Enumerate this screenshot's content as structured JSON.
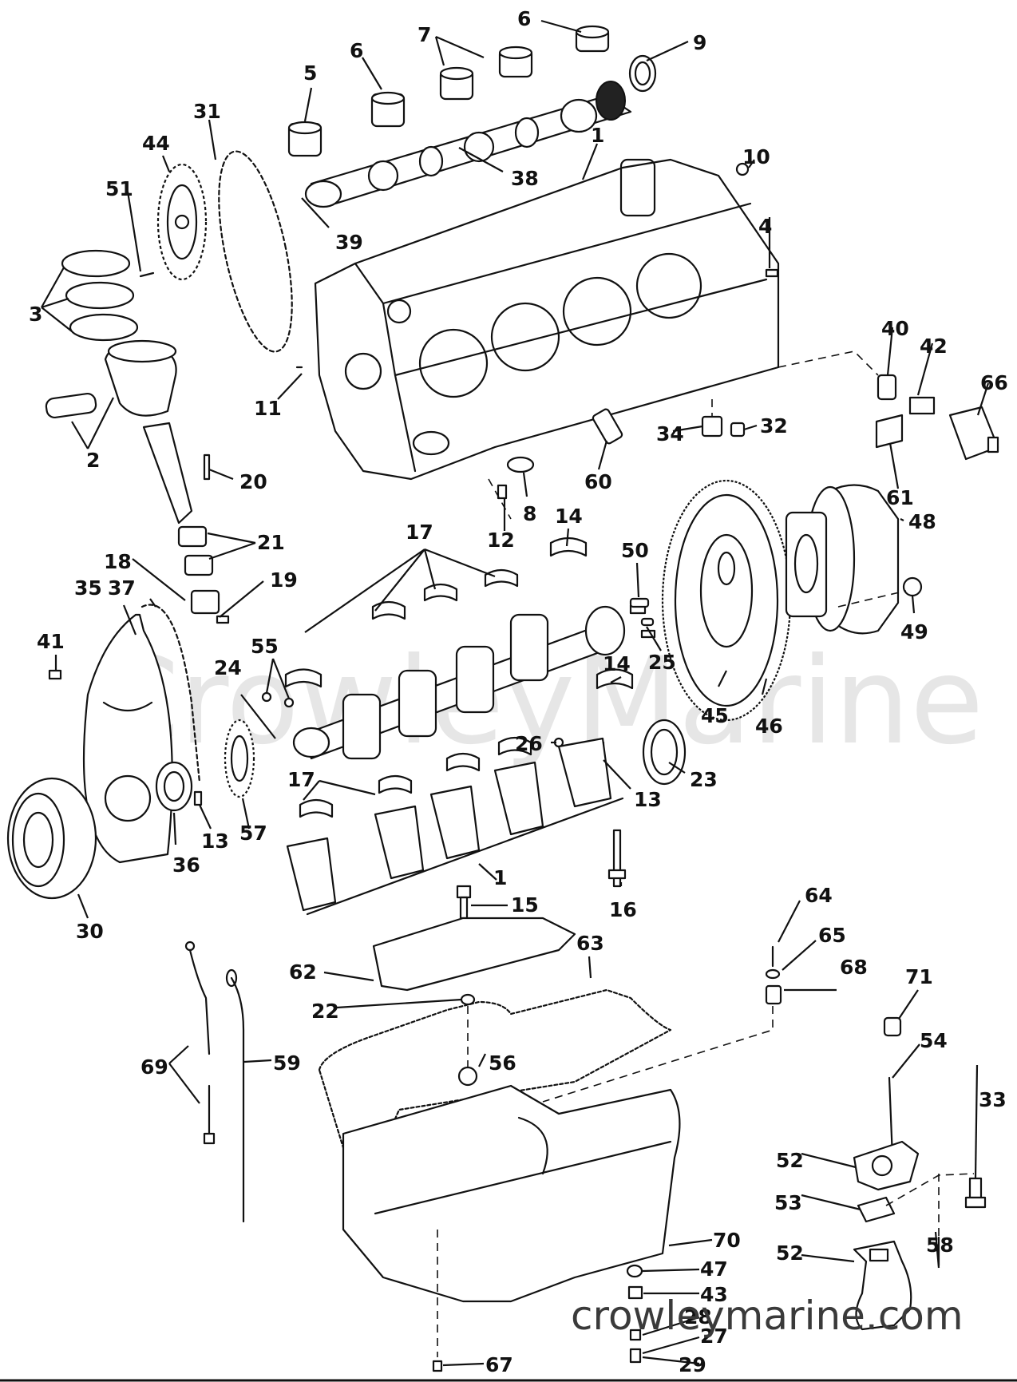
{
  "watermark": "CrowleyMarine",
  "site_url": "crowleymarine.com",
  "callouts": [
    {
      "id": "c-6a",
      "label": "6"
    },
    {
      "id": "c-7",
      "label": "7"
    },
    {
      "id": "c-9",
      "label": "9"
    },
    {
      "id": "c-5",
      "label": "5"
    },
    {
      "id": "c-6b",
      "label": "6"
    },
    {
      "id": "c-31",
      "label": "31"
    },
    {
      "id": "c-44",
      "label": "44"
    },
    {
      "id": "c-1a",
      "label": "1"
    },
    {
      "id": "c-10",
      "label": "10"
    },
    {
      "id": "c-51",
      "label": "51"
    },
    {
      "id": "c-38",
      "label": "38"
    },
    {
      "id": "c-39",
      "label": "39"
    },
    {
      "id": "c-4",
      "label": "4"
    },
    {
      "id": "c-3",
      "label": "3"
    },
    {
      "id": "c-40",
      "label": "40"
    },
    {
      "id": "c-42",
      "label": "42"
    },
    {
      "id": "c-66",
      "label": "66"
    },
    {
      "id": "c-11",
      "label": "11"
    },
    {
      "id": "c-34",
      "label": "34"
    },
    {
      "id": "c-32",
      "label": "32"
    },
    {
      "id": "c-2",
      "label": "2"
    },
    {
      "id": "c-20",
      "label": "20"
    },
    {
      "id": "c-60",
      "label": "60"
    },
    {
      "id": "c-61",
      "label": "61"
    },
    {
      "id": "c-8",
      "label": "8"
    },
    {
      "id": "c-12",
      "label": "12"
    },
    {
      "id": "c-14a",
      "label": "14"
    },
    {
      "id": "c-48",
      "label": "48"
    },
    {
      "id": "c-17a",
      "label": "17"
    },
    {
      "id": "c-21",
      "label": "21"
    },
    {
      "id": "c-50",
      "label": "50"
    },
    {
      "id": "c-18",
      "label": "18"
    },
    {
      "id": "c-19",
      "label": "19"
    },
    {
      "id": "c-37",
      "label": "37"
    },
    {
      "id": "c-35",
      "label": "35"
    },
    {
      "id": "c-49",
      "label": "49"
    },
    {
      "id": "c-41",
      "label": "41"
    },
    {
      "id": "c-55",
      "label": "55"
    },
    {
      "id": "c-25",
      "label": "25"
    },
    {
      "id": "c-24",
      "label": "24"
    },
    {
      "id": "c-14b",
      "label": "14"
    },
    {
      "id": "c-26",
      "label": "26"
    },
    {
      "id": "c-45",
      "label": "45"
    },
    {
      "id": "c-46",
      "label": "46"
    },
    {
      "id": "c-23",
      "label": "23"
    },
    {
      "id": "c-17b",
      "label": "17"
    },
    {
      "id": "c-13a",
      "label": "13"
    },
    {
      "id": "c-13b",
      "label": "13"
    },
    {
      "id": "c-57",
      "label": "57"
    },
    {
      "id": "c-36",
      "label": "36"
    },
    {
      "id": "c-1b",
      "label": "1"
    },
    {
      "id": "c-15",
      "label": "15"
    },
    {
      "id": "c-16",
      "label": "16"
    },
    {
      "id": "c-30",
      "label": "30"
    },
    {
      "id": "c-64",
      "label": "64"
    },
    {
      "id": "c-65",
      "label": "65"
    },
    {
      "id": "c-63",
      "label": "63"
    },
    {
      "id": "c-62",
      "label": "62"
    },
    {
      "id": "c-68",
      "label": "68"
    },
    {
      "id": "c-22",
      "label": "22"
    },
    {
      "id": "c-71",
      "label": "71"
    },
    {
      "id": "c-54",
      "label": "54"
    },
    {
      "id": "c-69",
      "label": "69"
    },
    {
      "id": "c-59",
      "label": "59"
    },
    {
      "id": "c-56",
      "label": "56"
    },
    {
      "id": "c-33",
      "label": "33"
    },
    {
      "id": "c-52a",
      "label": "52"
    },
    {
      "id": "c-53",
      "label": "53"
    },
    {
      "id": "c-58",
      "label": "58"
    },
    {
      "id": "c-70",
      "label": "70"
    },
    {
      "id": "c-52b",
      "label": "52"
    },
    {
      "id": "c-47",
      "label": "47"
    },
    {
      "id": "c-43",
      "label": "43"
    },
    {
      "id": "c-28",
      "label": "28"
    },
    {
      "id": "c-27",
      "label": "27"
    },
    {
      "id": "c-67",
      "label": "67"
    },
    {
      "id": "c-29",
      "label": "29"
    }
  ]
}
